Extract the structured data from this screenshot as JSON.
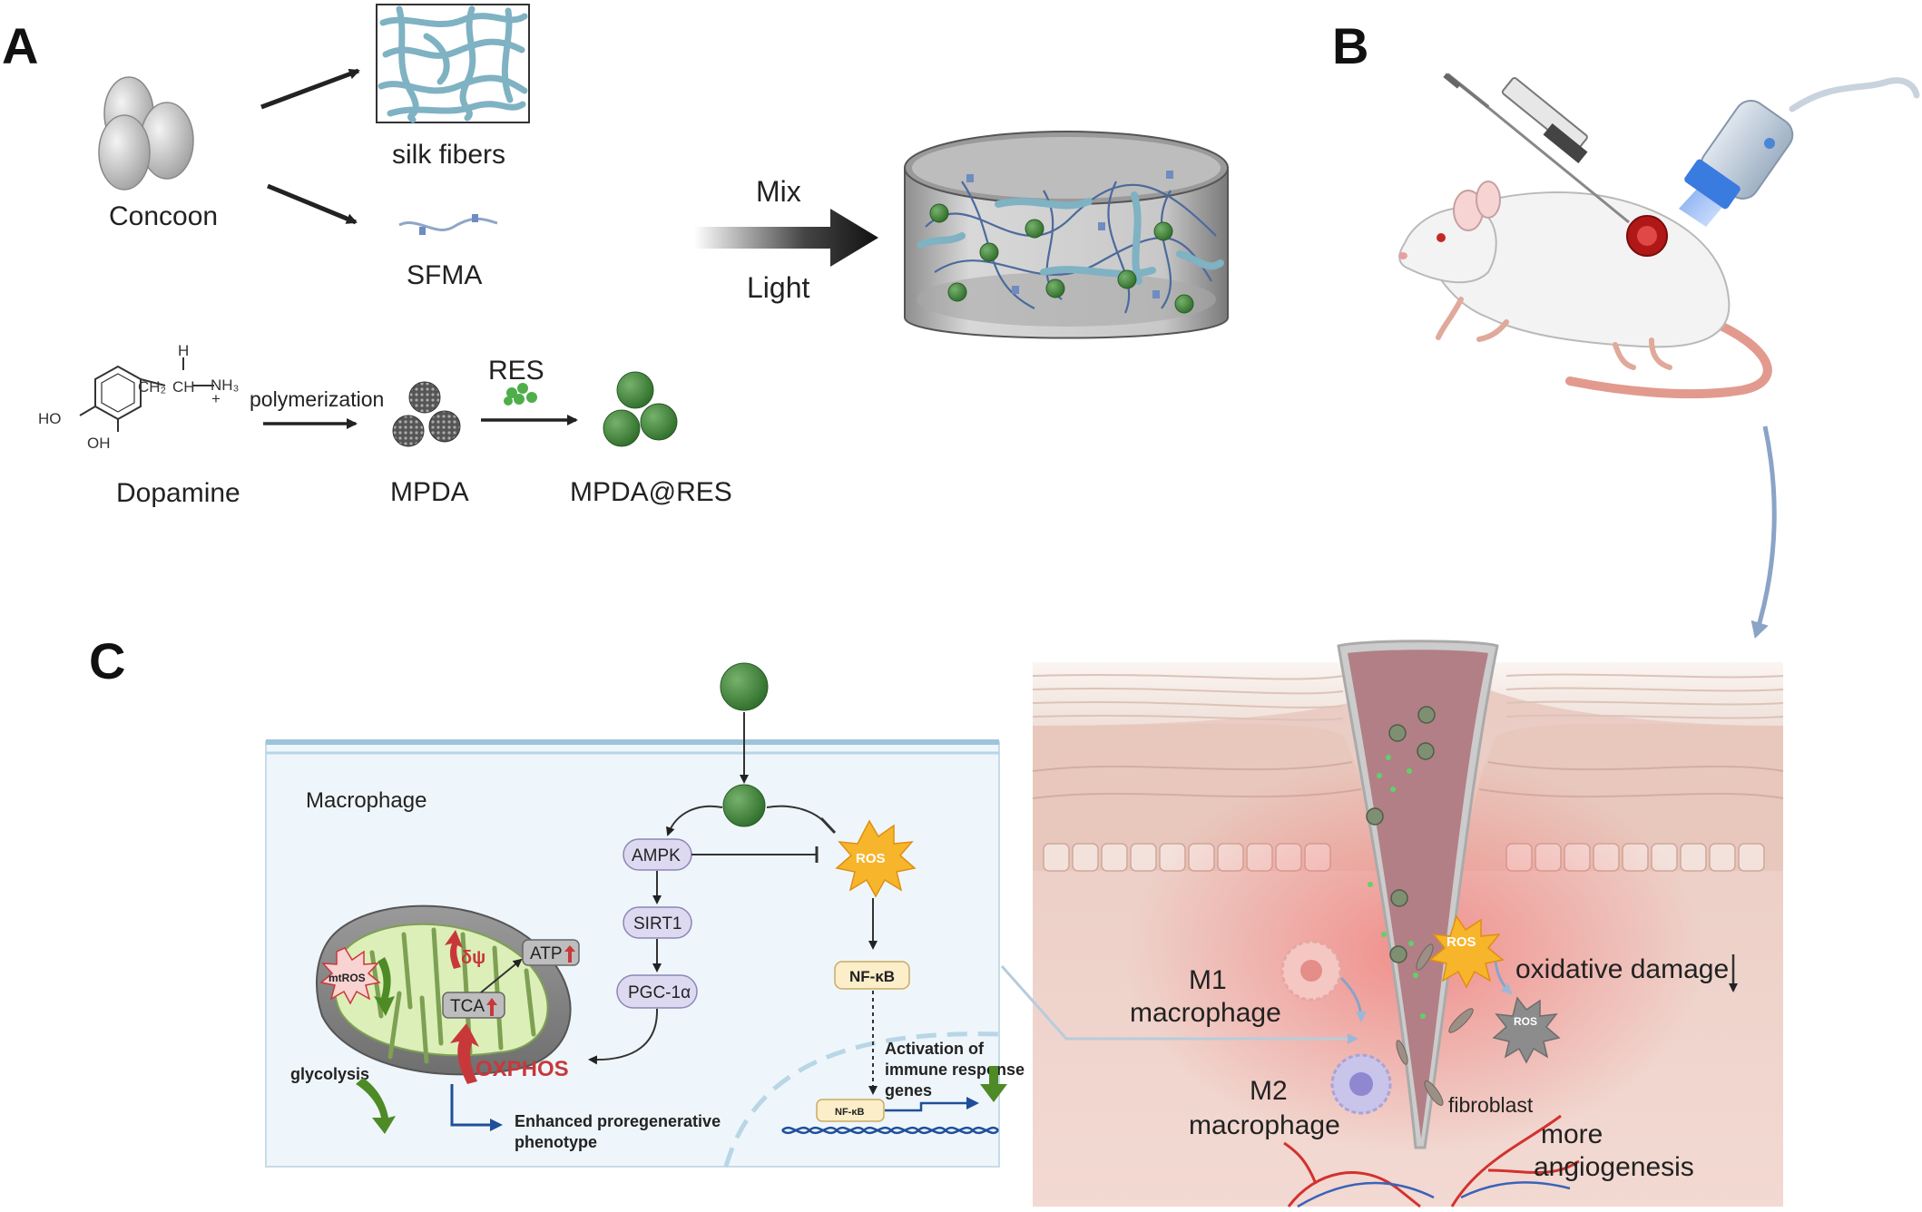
{
  "panels": {
    "a": "A",
    "b": "B",
    "c": "C"
  },
  "panel_a": {
    "cocoon": "Concoon",
    "silk_fibers": "silk fibers",
    "sfma": "SFMA",
    "mix": "Mix",
    "light": "Light",
    "dopamine": "Dopamine",
    "chem_h": "H",
    "chem_ch2": "CH₂",
    "chem_ch": "CH",
    "chem_nh3": "NH₃",
    "chem_plus": "+",
    "chem_ho": "HO",
    "chem_oh": "OH",
    "polymerization": "polymerization",
    "mpda": "MPDA",
    "res": "RES",
    "mpda_res": "MPDA@RES"
  },
  "panel_c": {
    "macrophage": "Macrophage",
    "ampk": "AMPK",
    "sirt1": "SIRT1",
    "pgc": "PGC-1α",
    "ros": "ROS",
    "nfkb": "NF-κB",
    "nfkb_small": "NF-κB",
    "activation": [
      "Activation of",
      "immune response",
      "genes"
    ],
    "mtros": "mtROS",
    "dpsi": "δψ",
    "atp": "ATP",
    "tca": "TCA",
    "oxphos": "OXPHOS",
    "glycolysis": "glycolysis",
    "enhanced": [
      "Enhanced proregenerative",
      "phenotype"
    ]
  },
  "tissue": {
    "ros_big": "ROS",
    "ros_small": "ROS",
    "oxidative_damage": "oxidative damage",
    "m1": [
      "M1",
      "macrophage"
    ],
    "m2": [
      "M2",
      "macrophage"
    ],
    "fibroblast": "fibroblast",
    "angiogenesis": [
      "more",
      "angiogenesis"
    ]
  },
  "colors": {
    "silk": "#7fb2c2",
    "green_particle": "#3f8a3a",
    "ros_orange": "#f7b52b",
    "oxphos_red": "#c8383b",
    "arrow_green": "#4e8a26",
    "tissue_pink": "#f0d3cc",
    "cell_blue": "#eef6fb"
  }
}
